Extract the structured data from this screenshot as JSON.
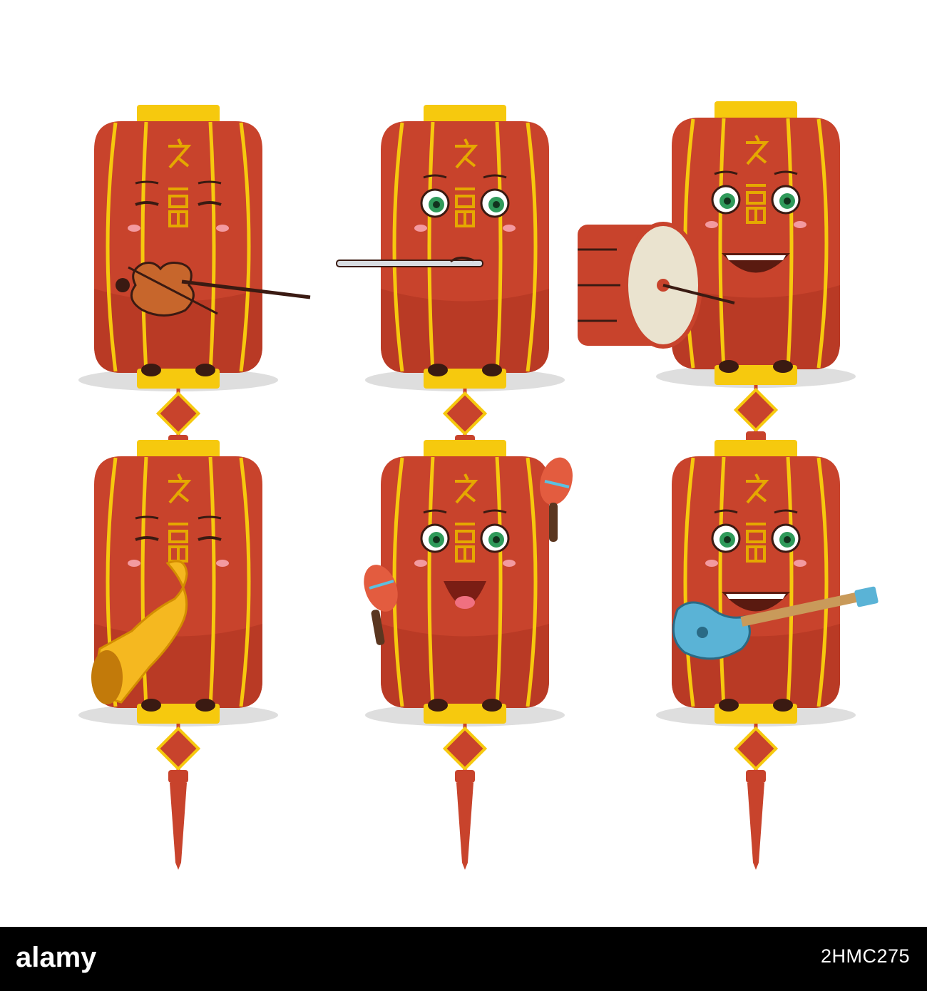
{
  "colors": {
    "background": "#ffffff",
    "lantern_red": "#c8432c",
    "lantern_dark": "#a73321",
    "gold": "#f6c90e",
    "gold_line": "#e5a800",
    "shadow": "#dedede",
    "footer": "#000000"
  },
  "lanterns": [
    {
      "instrument": "violin-icon",
      "expression": "eyes-closed"
    },
    {
      "instrument": "flute-icon",
      "expression": "smile"
    },
    {
      "instrument": "drum-icon",
      "expression": "grin"
    },
    {
      "instrument": "trumpet-icon",
      "expression": "eyes-closed"
    },
    {
      "instrument": "maracas-icon",
      "expression": "open-mouth"
    },
    {
      "instrument": "guitar-icon",
      "expression": "grin"
    }
  ],
  "footer": {
    "brand": "alamy",
    "image_id": "2HMC275"
  }
}
